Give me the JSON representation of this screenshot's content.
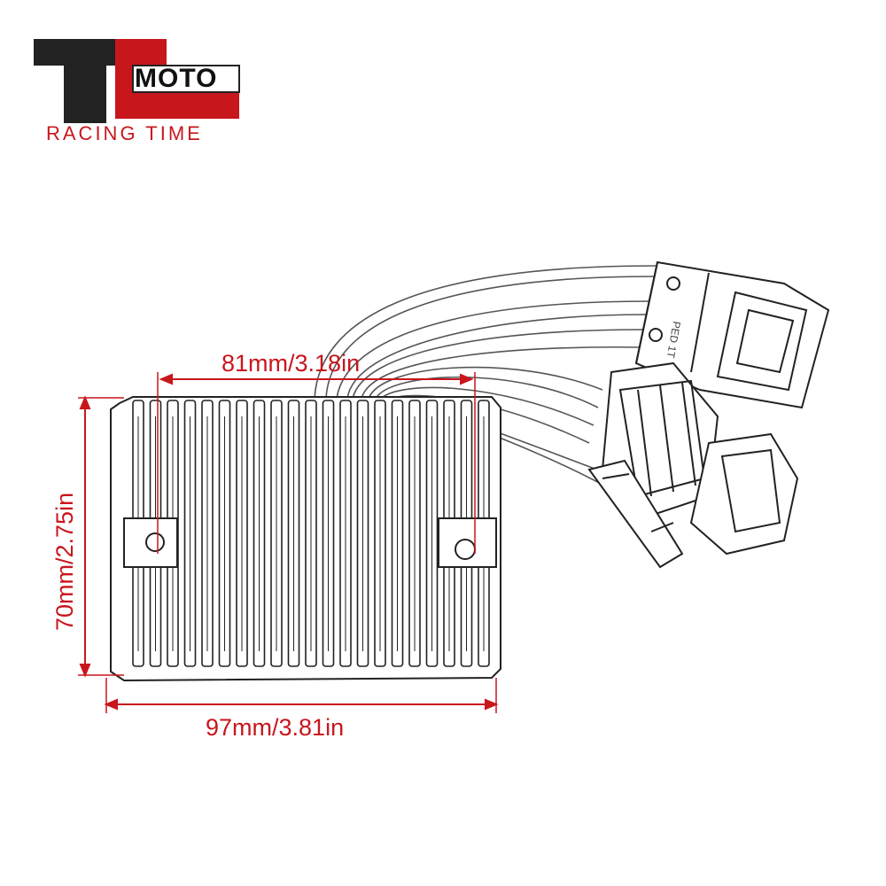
{
  "logo": {
    "mark_letters": "TC",
    "brand": "MOTO",
    "tagline": "RACING TIME",
    "colors": {
      "dark": "#222222",
      "red": "#c8161d"
    }
  },
  "product": {
    "name_icon": "voltage-regulator-rectifier"
  },
  "dimensions": {
    "width_hole_spacing": "81mm/3.18in",
    "height": "70mm/2.75in",
    "width_total": "97mm/3.81in",
    "color": "#c8161d"
  }
}
